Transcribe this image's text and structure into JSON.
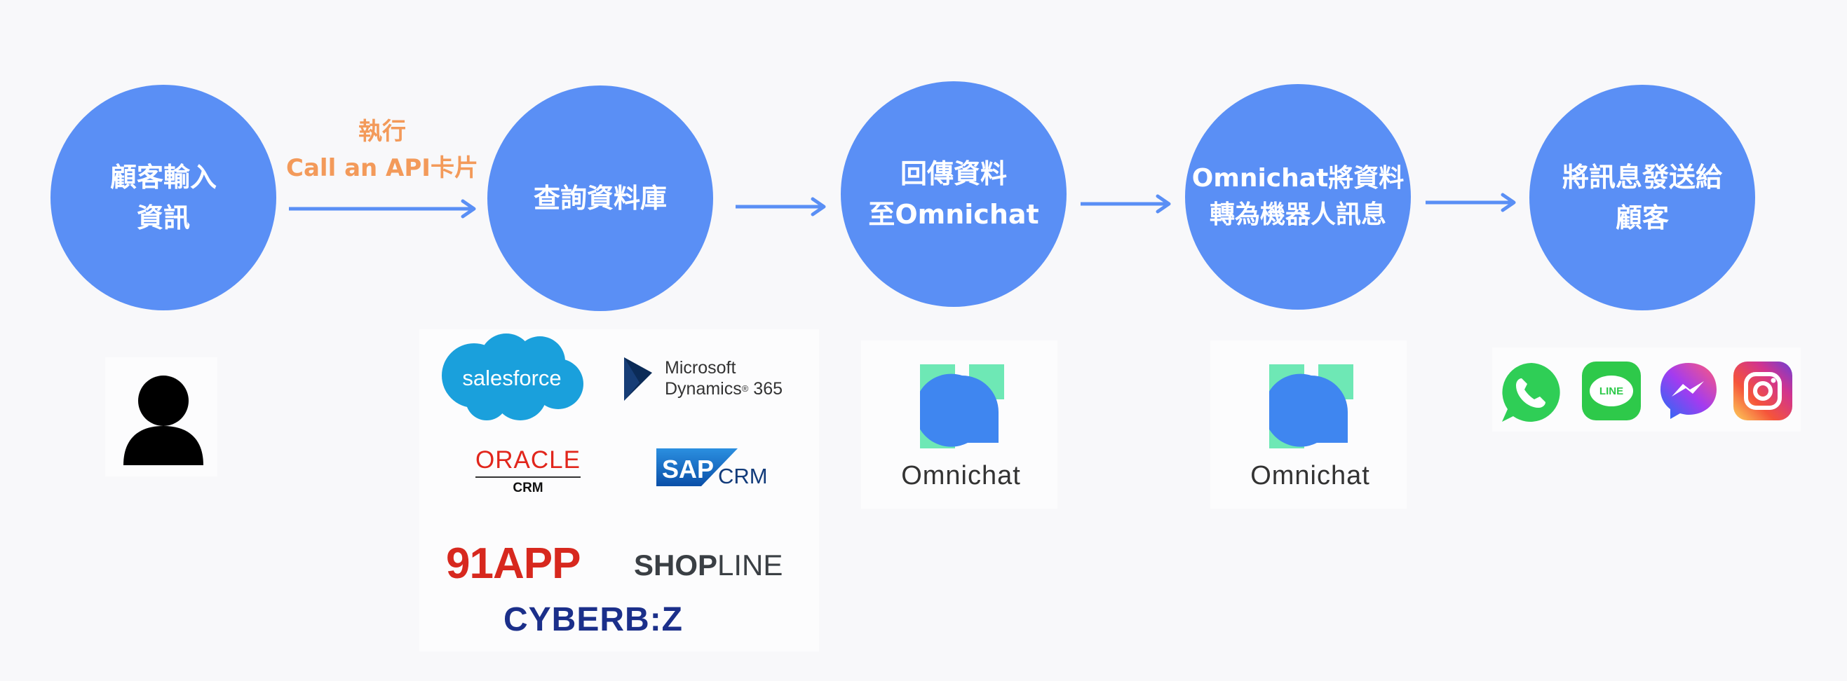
{
  "steps": [
    {
      "line1": "顧客輸入",
      "line2": "資訊"
    },
    {
      "line1": "查詢資料庫",
      "line2": ""
    },
    {
      "line1": "回傳資料",
      "line2": "至Omnichat"
    },
    {
      "line1": "Omnichat將資料",
      "line2": "轉為機器人訊息"
    },
    {
      "line1": "將訊息發送給",
      "line2": "顧客"
    }
  ],
  "arrow_label": {
    "line1": "執行",
    "line2": "Call an API卡片"
  },
  "logos": {
    "salesforce": "salesforce",
    "microsoft_line1": "Microsoft",
    "microsoft_line2": "Dynamics",
    "microsoft_num": "365",
    "oracle": "ORACLE",
    "oracle_sub": "CRM",
    "sap": "SAP",
    "sap_sub": "CRM",
    "app91": "91APP",
    "shopline_bold": "SHOP",
    "shopline_light": "LINE",
    "cyberbiz": "CYBERB:Z",
    "omnichat_1": "Omnichat",
    "omnichat_2": "Omnichat",
    "line_app": "LINE"
  },
  "colors": {
    "circle": "#5a8ff5",
    "arrow": "#5a8ff5",
    "exec_label": "#f39a5a",
    "omni_green": "#6ee8b5",
    "omni_blue": "#3f86f0"
  },
  "icons": [
    "user-icon",
    "whatsapp-icon",
    "line-icon",
    "messenger-icon",
    "instagram-icon"
  ]
}
